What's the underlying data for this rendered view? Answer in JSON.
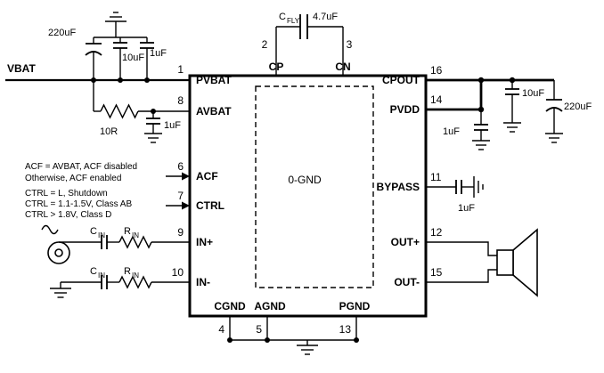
{
  "schematic": {
    "ic": {
      "inner_label": "0-GND",
      "left_pins": [
        {
          "num": "1",
          "label": "PVBAT"
        },
        {
          "num": "8",
          "label": "AVBAT"
        },
        {
          "num": "6",
          "label": "ACF"
        },
        {
          "num": "7",
          "label": "CTRL"
        },
        {
          "num": "9",
          "label": "IN+"
        },
        {
          "num": "10",
          "label": "IN-"
        }
      ],
      "top_pins": [
        {
          "num": "2",
          "label": "CP"
        },
        {
          "num": "3",
          "label": "CN"
        }
      ],
      "right_pins": [
        {
          "num": "16",
          "label": "CPOUT"
        },
        {
          "num": "14",
          "label": "PVDD"
        },
        {
          "num": "11",
          "label": "BYPASS"
        },
        {
          "num": "12",
          "label": "OUT+"
        },
        {
          "num": "15",
          "label": "OUT-"
        }
      ],
      "bottom_pins": [
        {
          "num": "4",
          "label": "CGND"
        },
        {
          "num": "5",
          "label": "AGND"
        },
        {
          "num": "13",
          "label": "PGND"
        }
      ]
    },
    "supply": {
      "rail_label": "VBAT",
      "bulk_cap": "220uF",
      "mid_cap": "10uF",
      "small_cap": "1uF",
      "avbat_resistor": "10R",
      "avbat_cap": "1uF"
    },
    "flying_cap": {
      "ref_prefix": "C",
      "ref_sub": "FLY",
      "value": "4.7uF"
    },
    "notes": {
      "acf": {
        "line1": "ACF = AVBAT, ACF disabled",
        "line2": "Otherwise, ACF enabled"
      },
      "ctrl": {
        "line1": "CTRL = L, Shutdown",
        "line2": "CTRL = 1.1-1.5V, Class AB",
        "line3": "CTRL > 1.8V, Class D"
      }
    },
    "input_network": {
      "cap_prefix": "C",
      "cap_sub": "IN",
      "res_prefix": "R",
      "res_sub": "IN"
    },
    "output_network": {
      "cpout_cap_small": "10uF",
      "cpout_cap_bulk": "220uF",
      "pvdd_cap": "1uF",
      "bypass_cap": "1uF"
    },
    "colors": {
      "wire": "#000000",
      "source_accent": "#4a7ebb"
    }
  }
}
